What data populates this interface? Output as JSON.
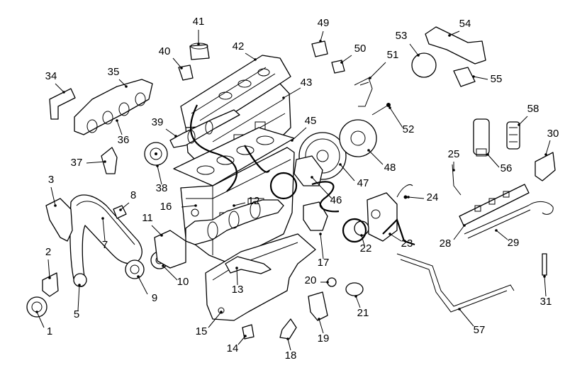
{
  "diagram": {
    "colors": {
      "line": "#000000",
      "background": "#ffffff",
      "shade": "#d9d9d9"
    },
    "callouts": [
      {
        "id": "1",
        "label": "1"
      },
      {
        "id": "2",
        "label": "2"
      },
      {
        "id": "3",
        "label": "3"
      },
      {
        "id": "5",
        "label": "5"
      },
      {
        "id": "7",
        "label": "7"
      },
      {
        "id": "8",
        "label": "8"
      },
      {
        "id": "9",
        "label": "9"
      },
      {
        "id": "10",
        "label": "10"
      },
      {
        "id": "11",
        "label": "11"
      },
      {
        "id": "12",
        "label": "12"
      },
      {
        "id": "13",
        "label": "13"
      },
      {
        "id": "14",
        "label": "14"
      },
      {
        "id": "15",
        "label": "15"
      },
      {
        "id": "16",
        "label": "16"
      },
      {
        "id": "17",
        "label": "17"
      },
      {
        "id": "18",
        "label": "18"
      },
      {
        "id": "19",
        "label": "19"
      },
      {
        "id": "20",
        "label": "20"
      },
      {
        "id": "21",
        "label": "21"
      },
      {
        "id": "22",
        "label": "22"
      },
      {
        "id": "23",
        "label": "23"
      },
      {
        "id": "24",
        "label": "24"
      },
      {
        "id": "25",
        "label": "25"
      },
      {
        "id": "28",
        "label": "28"
      },
      {
        "id": "29",
        "label": "29"
      },
      {
        "id": "30",
        "label": "30"
      },
      {
        "id": "31",
        "label": "31"
      },
      {
        "id": "34",
        "label": "34"
      },
      {
        "id": "35",
        "label": "35"
      },
      {
        "id": "36",
        "label": "36"
      },
      {
        "id": "37",
        "label": "37"
      },
      {
        "id": "38",
        "label": "38"
      },
      {
        "id": "39",
        "label": "39"
      },
      {
        "id": "40",
        "label": "40"
      },
      {
        "id": "41",
        "label": "41"
      },
      {
        "id": "42",
        "label": "42"
      },
      {
        "id": "43",
        "label": "43"
      },
      {
        "id": "45",
        "label": "45"
      },
      {
        "id": "46",
        "label": "46"
      },
      {
        "id": "47",
        "label": "47"
      },
      {
        "id": "48",
        "label": "48"
      },
      {
        "id": "49",
        "label": "49"
      },
      {
        "id": "50",
        "label": "50"
      },
      {
        "id": "51",
        "label": "51"
      },
      {
        "id": "52",
        "label": "52"
      },
      {
        "id": "53",
        "label": "53"
      },
      {
        "id": "54",
        "label": "54"
      },
      {
        "id": "55",
        "label": "55"
      },
      {
        "id": "56",
        "label": "56"
      },
      {
        "id": "57",
        "label": "57"
      },
      {
        "id": "58",
        "label": "58"
      }
    ]
  }
}
